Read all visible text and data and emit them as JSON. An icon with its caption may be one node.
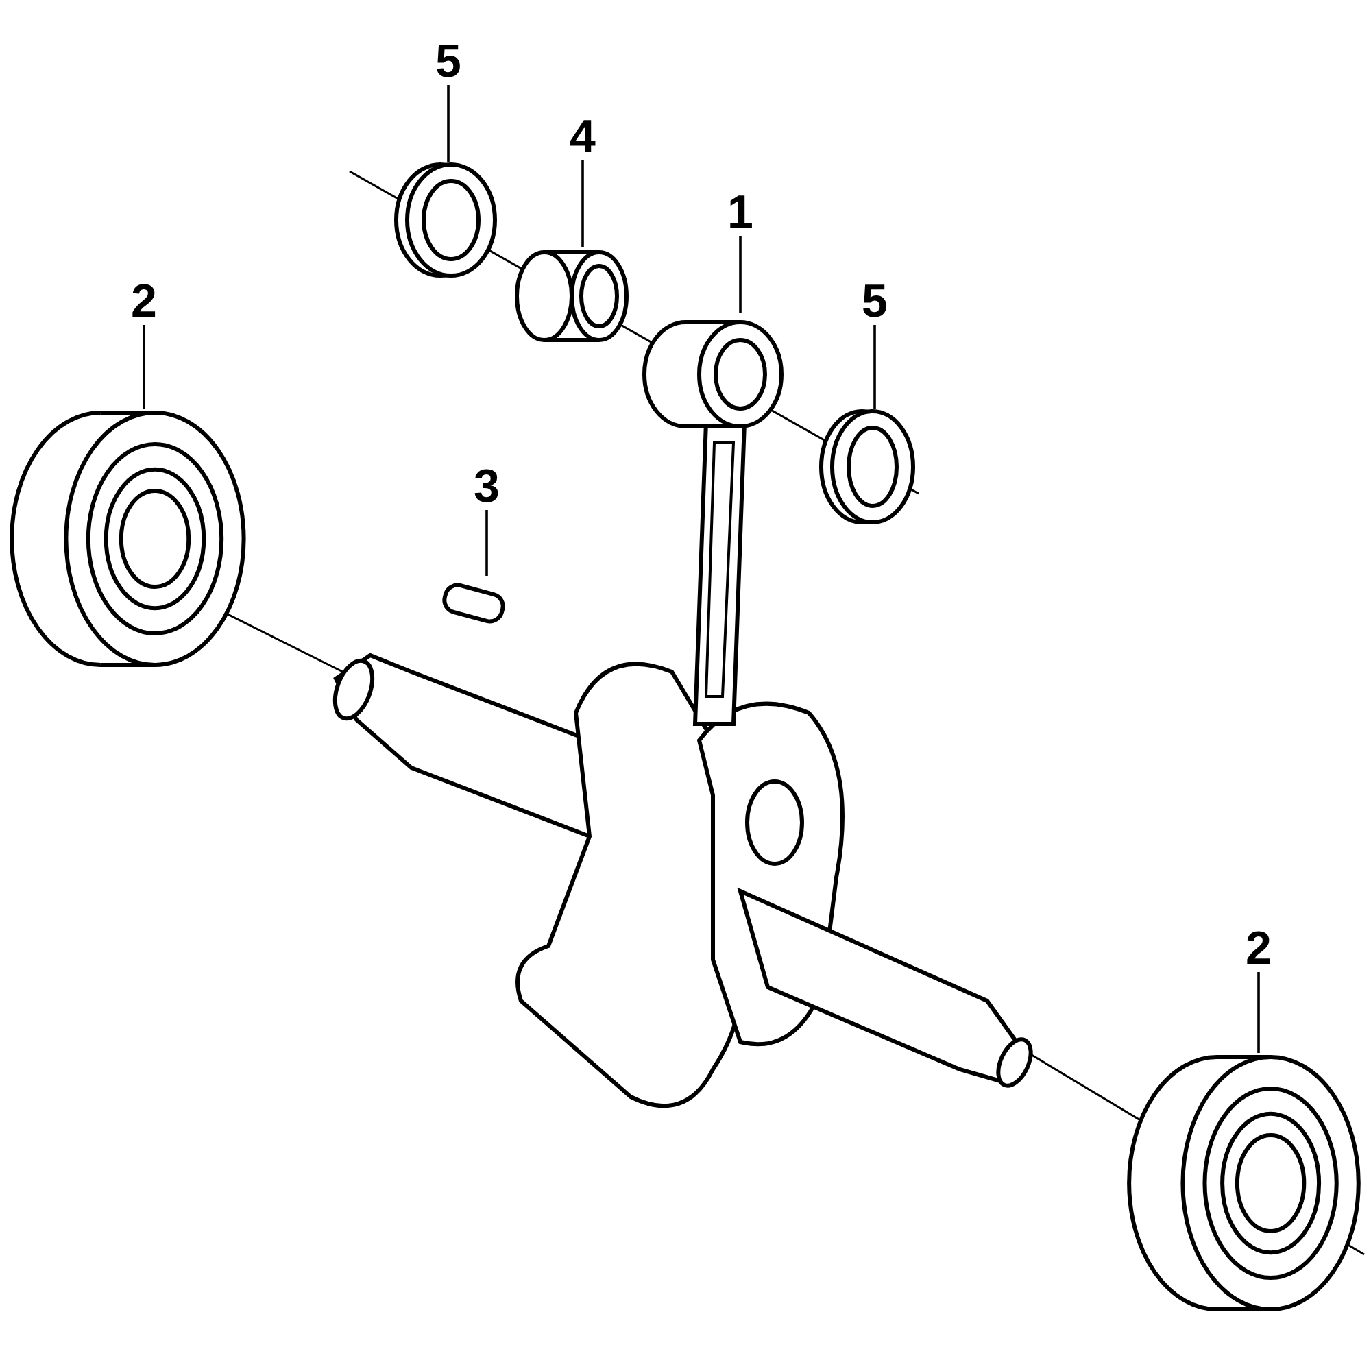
{
  "diagram": {
    "nodes": [
      {
        "text": [
          "5"
        ]
      },
      {
        "text": [
          "4"
        ]
      },
      {
        "text": [
          "1"
        ]
      },
      {
        "text": [
          "2"
        ]
      },
      {
        "text": [
          "5"
        ]
      },
      {
        "text": [
          "3"
        ]
      },
      {
        "text": [
          "2"
        ]
      },
      {
        "text": [],
        "shape": "picture"
      },
      {
        "text": [],
        "shape": "picture"
      },
      {
        "text": [],
        "shape": "picture"
      },
      {
        "text": [],
        "shape": "picture"
      },
      {
        "text": [],
        "shape": "picture"
      },
      {
        "text": [],
        "shape": "bar"
      },
      {
        "text": [],
        "shape": "picture"
      }
    ],
    "edges": [
      {
        "from": 0,
        "to": 7,
        "arrow": "none"
      },
      {
        "from": 1,
        "to": 8,
        "arrow": "none"
      },
      {
        "from": 2,
        "to": 9,
        "arrow": "none"
      },
      {
        "from": 3,
        "to": 10,
        "arrow": "none"
      },
      {
        "from": 4,
        "to": 11,
        "arrow": "none"
      },
      {
        "from": 5,
        "to": 12,
        "arrow": "none"
      },
      {
        "from": 6,
        "to": 13,
        "arrow": "none"
      }
    ]
  }
}
